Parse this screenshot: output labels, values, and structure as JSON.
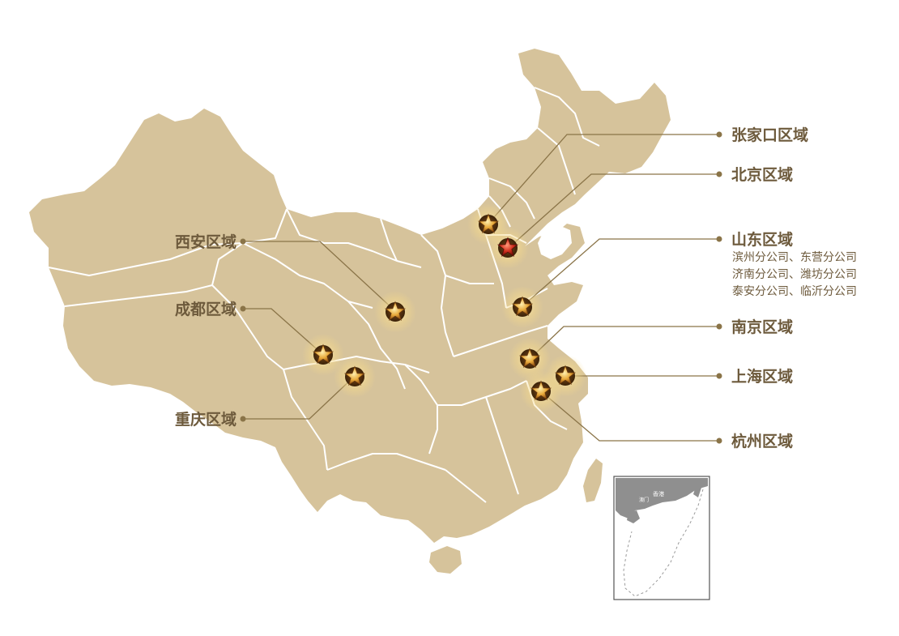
{
  "regions": {
    "zhangjiakou": "张家口区域",
    "beijing": "北京区域",
    "shandong": "山东区域",
    "shandong_branches": [
      "滨州分公司、东营分公司",
      "济南分公司、潍坊分公司",
      "泰安分公司、临沂分公司"
    ],
    "nanjing": "南京区域",
    "shanghai": "上海区域",
    "hangzhou": "杭州区域",
    "xian": "西安区域",
    "chengdu": "成都区域",
    "chongqing": "重庆区域"
  },
  "inset": {
    "hongkong": "香港",
    "macau": "澳门"
  },
  "colors": {
    "land": "#d6c39b",
    "border": "#ffffff",
    "leader": "#8a7448",
    "label": "#6d5a3c",
    "star_gold": "#e8a93a",
    "star_red": "#c8261e"
  },
  "icons": {
    "marker": "star-icon"
  }
}
